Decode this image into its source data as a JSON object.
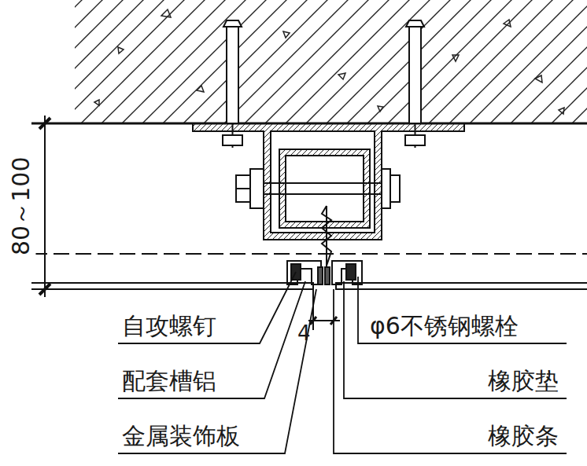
{
  "diagram": {
    "labels": [
      "80～100",
      "4",
      "自攻螺钉",
      "配套槽铝",
      "金属装饰板",
      "φ6不锈钢螺栓",
      "橡胶垫",
      "橡胶条"
    ]
  }
}
